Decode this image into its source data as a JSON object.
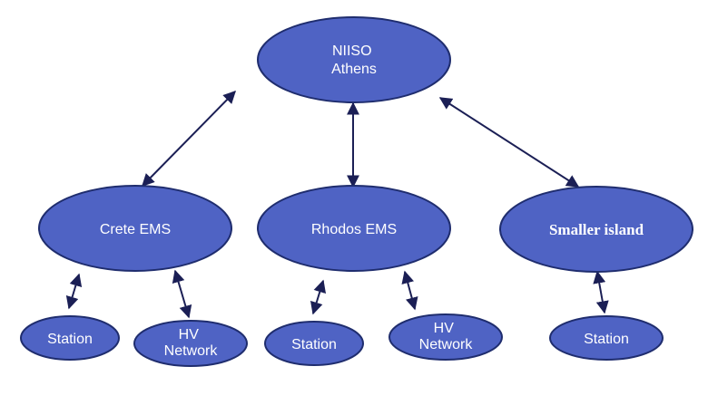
{
  "diagram": {
    "nodes": {
      "niiso": {
        "lines": [
          "NIISO",
          "Athens"
        ]
      },
      "crete": {
        "lines": [
          "Crete EMS"
        ]
      },
      "rhodos": {
        "lines": [
          "Rhodos EMS"
        ]
      },
      "smaller": {
        "lines": [
          "Smaller island"
        ]
      },
      "crete_station": {
        "lines": [
          "Station"
        ]
      },
      "crete_hv": {
        "lines": [
          "HV",
          "Network"
        ]
      },
      "rhodos_station": {
        "lines": [
          "Station"
        ]
      },
      "rhodos_hv": {
        "lines": [
          "HV",
          "Network"
        ]
      },
      "smaller_station": {
        "lines": [
          "Station"
        ]
      }
    },
    "edges": [
      {
        "from": "niiso",
        "to": "crete",
        "direction": "both"
      },
      {
        "from": "niiso",
        "to": "rhodos",
        "direction": "both"
      },
      {
        "from": "niiso",
        "to": "smaller",
        "direction": "both"
      },
      {
        "from": "crete",
        "to": "crete_station",
        "direction": "both"
      },
      {
        "from": "crete",
        "to": "crete_hv",
        "direction": "both"
      },
      {
        "from": "rhodos",
        "to": "rhodos_station",
        "direction": "both"
      },
      {
        "from": "rhodos",
        "to": "rhodos_hv",
        "direction": "both"
      },
      {
        "from": "smaller",
        "to": "smaller_station",
        "direction": "both"
      }
    ],
    "colors": {
      "node_fill": "#4F63C4",
      "node_stroke": "#1F2D6E",
      "edge": "#1B1F55"
    }
  }
}
